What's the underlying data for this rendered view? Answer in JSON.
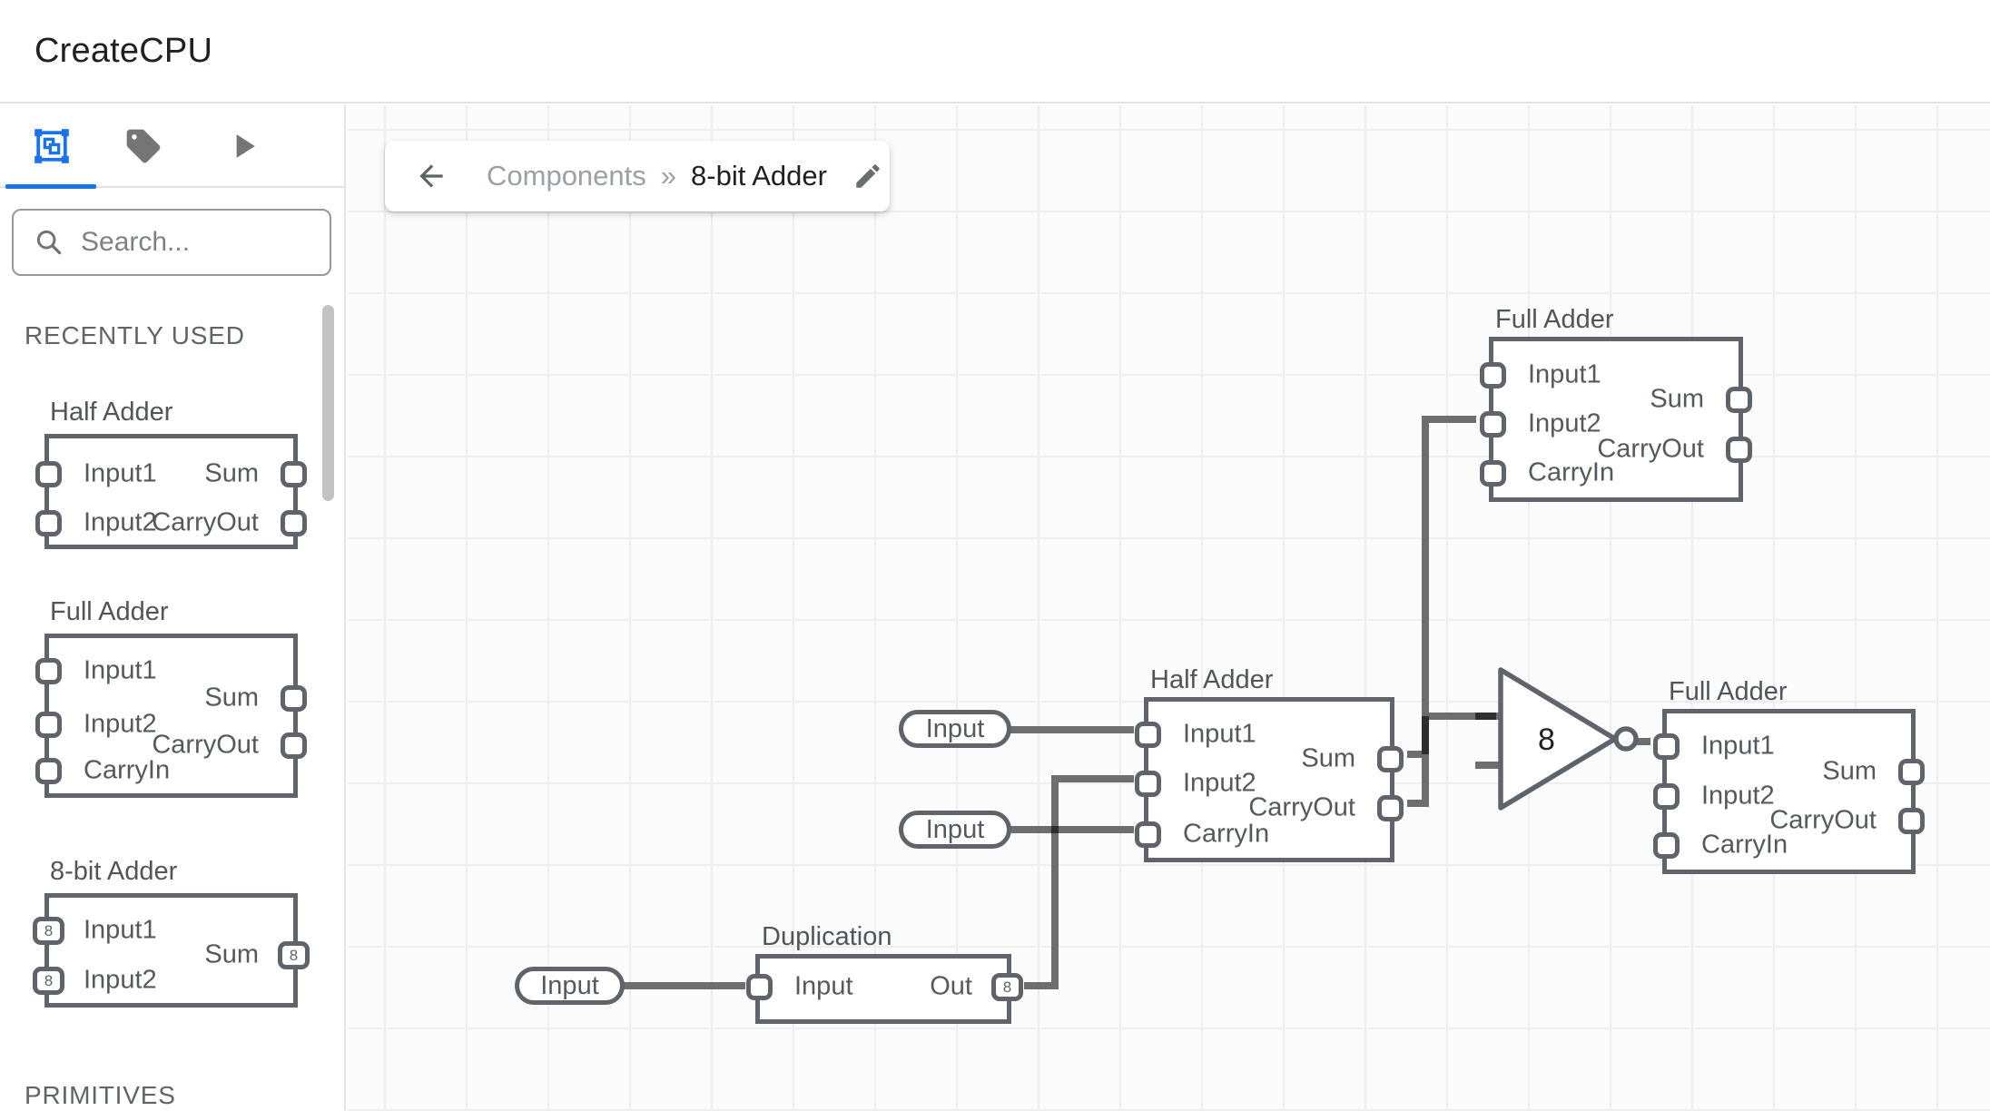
{
  "header": {
    "title": "CreateCPU"
  },
  "sidebar": {
    "tabs": [
      {
        "icon": "components-icon",
        "active": true
      },
      {
        "icon": "tag-icon",
        "active": false
      },
      {
        "icon": "play-icon",
        "active": false
      }
    ],
    "search_placeholder": "Search...",
    "section_recent": "RECENTLY USED",
    "section_primitives": "PRIMITIVES",
    "items": [
      {
        "title": "Half Adder",
        "left_ports": [
          "Input1",
          "Input2"
        ],
        "right_ports": [
          "Sum",
          "CarryOut"
        ]
      },
      {
        "title": "Full Adder",
        "left_ports": [
          "Input1",
          "Input2",
          "CarryIn"
        ],
        "right_ports": [
          "Sum",
          "CarryOut"
        ]
      },
      {
        "title": "8-bit Adder",
        "left_ports": [
          "Input1",
          "Input2"
        ],
        "right_ports": [
          "Sum"
        ],
        "bus_width": "8"
      }
    ]
  },
  "breadcrumb": {
    "parent": "Components",
    "separator": "»",
    "current": "8-bit Adder"
  },
  "canvas": {
    "nodes": {
      "full_adder_top": {
        "title": "Full Adder",
        "left_ports": [
          "Input1",
          "Input2",
          "CarryIn"
        ],
        "right_ports": [
          "Sum",
          "CarryOut"
        ]
      },
      "half_adder": {
        "title": "Half Adder",
        "left_ports": [
          "Input1",
          "Input2",
          "CarryIn"
        ],
        "right_ports": [
          "Sum",
          "CarryOut"
        ]
      },
      "full_adder_right": {
        "title": "Full Adder",
        "left_ports": [
          "Input1",
          "Input2",
          "CarryIn"
        ],
        "right_ports": [
          "Sum",
          "CarryOut"
        ]
      },
      "duplication": {
        "title": "Duplication",
        "left_ports": [
          "Input"
        ],
        "right_ports": [
          "Out"
        ],
        "out_bus": "8"
      }
    },
    "pills": [
      {
        "label": "Input"
      },
      {
        "label": "Input"
      },
      {
        "label": "Input"
      }
    ],
    "gate": {
      "label": "8"
    }
  },
  "colors": {
    "accent": "#1a73e8",
    "wire": "#6e6e6e",
    "wire_overlap": "#2e2e2e",
    "component_border": "#60646a"
  }
}
